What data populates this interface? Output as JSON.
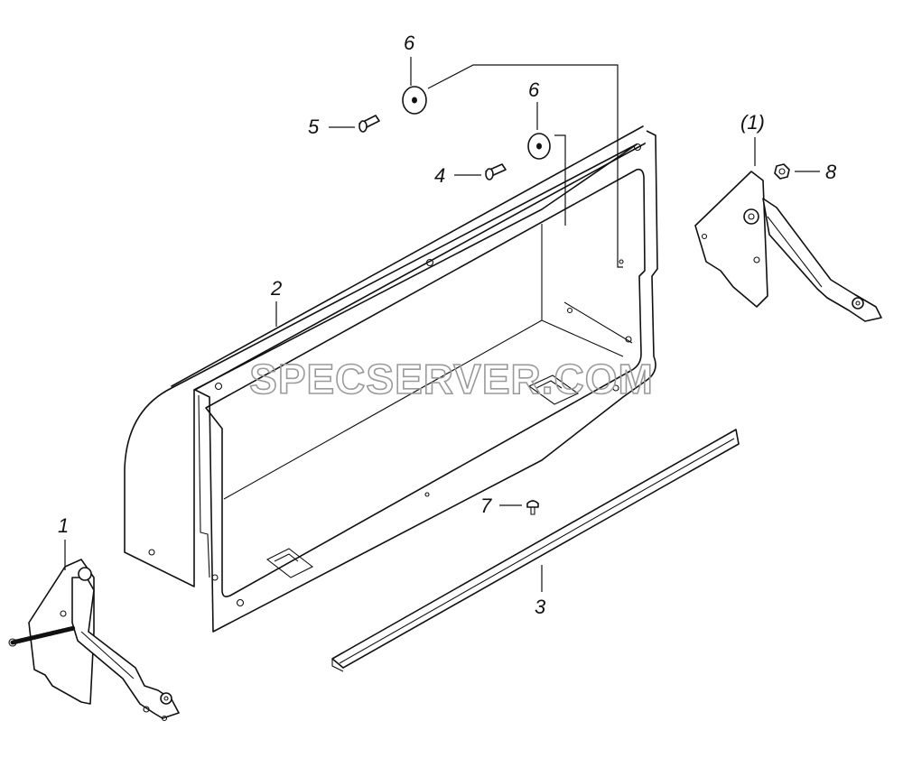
{
  "watermark": "SPECSERVER.COM",
  "labels": {
    "part_1": "1",
    "part_1_paren": "(1)",
    "part_2": "2",
    "part_3": "3",
    "part_4": "4",
    "part_5": "5",
    "part_6a": "6",
    "part_6b": "6",
    "part_7": "7",
    "part_8": "8"
  }
}
